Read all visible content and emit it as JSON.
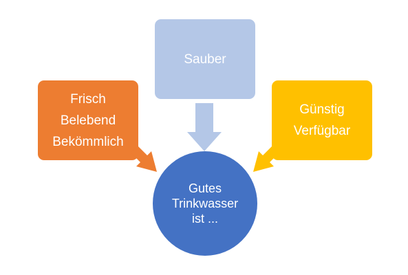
{
  "colors": {
    "top_box": "#b4c7e7",
    "left_box": "#ed7d31",
    "right_box": "#ffc000",
    "center_circle": "#4472c4",
    "top_arrow": "#b4c7e7",
    "left_arrow": "#ed7d31",
    "right_arrow": "#ffc000"
  },
  "boxes": {
    "top": {
      "lines": [
        "Sauber"
      ]
    },
    "left": {
      "lines": [
        "Frisch",
        "Belebend",
        "Bekömmlich"
      ]
    },
    "right": {
      "lines": [
        "Günstig",
        "Verfügbar"
      ]
    }
  },
  "center": {
    "lines": [
      "Gutes",
      "Trinkwasser",
      "ist ..."
    ]
  },
  "icons": {
    "top_arrow": "arrow-down-icon",
    "left_arrow": "arrow-down-right-icon",
    "right_arrow": "arrow-down-left-icon"
  }
}
